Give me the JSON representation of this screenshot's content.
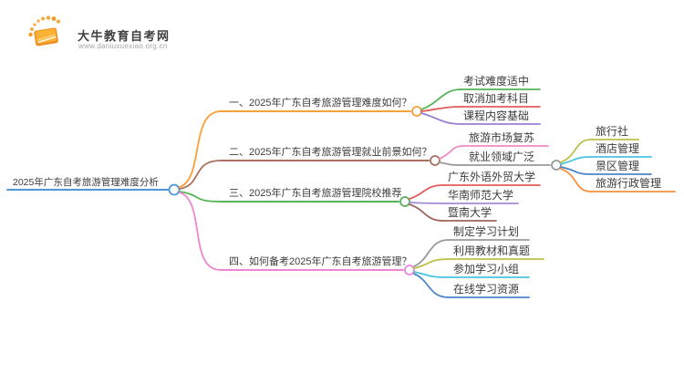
{
  "logo": {
    "site_name": "大牛教育自考网",
    "site_url": "www.daniuxuexiao.org.cn",
    "icon": "book-icon",
    "icon_color": "#f59c20"
  },
  "root": {
    "label": "2025年广东自考旅游管理难度分析",
    "color": "#4e97d8"
  },
  "branches": [
    {
      "label": "一、2025年广东自考旅游管理难度如何？",
      "color": "#f7a03c",
      "children": [
        {
          "label": "考试难度适中",
          "color": "#57b357"
        },
        {
          "label": "取消加考科目",
          "color": "#e25c5c"
        },
        {
          "label": "课程内容基础",
          "color": "#9b7fd0"
        }
      ]
    },
    {
      "label": "二、2025年广东自考旅游管理就业前景如何？",
      "color": "#a9705e",
      "children": [
        {
          "label": "旅游市场复苏",
          "color": "#f08bc5"
        },
        {
          "label": "就业领域广泛",
          "color": "#9a9a9a",
          "children": [
            {
              "label": "旅行社",
              "color": "#bcc04b"
            },
            {
              "label": "酒店管理",
              "color": "#4cc4e0"
            },
            {
              "label": "景区管理",
              "color": "#4b86ca"
            },
            {
              "label": "旅游行政管理",
              "color": "#f5923e"
            }
          ]
        }
      ]
    },
    {
      "label": "三、2025年广东自考旅游管理院校推荐",
      "color": "#57b357",
      "children": [
        {
          "label": "广东外语外贸大学",
          "color": "#e25c5c"
        },
        {
          "label": "华南师范大学",
          "color": "#a58bd3"
        },
        {
          "label": "暨南大学",
          "color": "#9e655c"
        }
      ]
    },
    {
      "label": "四、如何备考2025年广东自考旅游管理？",
      "color": "#ee85d5",
      "children": [
        {
          "label": "制定学习计划",
          "color": "#9a9a9a"
        },
        {
          "label": "利用教材和真题",
          "color": "#bcc04b"
        },
        {
          "label": "参加学习小组",
          "color": "#4cc4e0"
        },
        {
          "label": "在线学习资源",
          "color": "#4b86ca"
        }
      ]
    }
  ]
}
